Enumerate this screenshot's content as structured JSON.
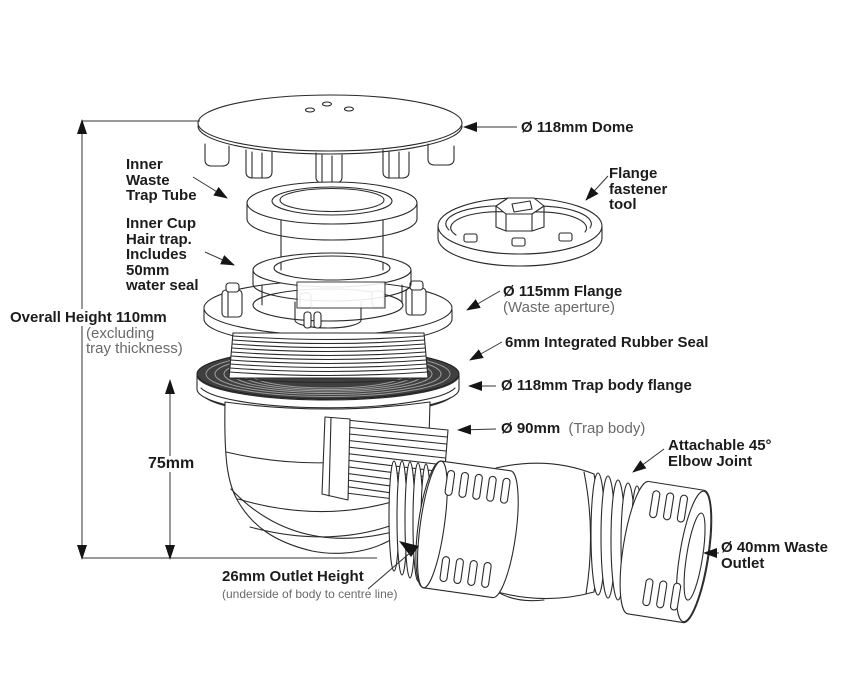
{
  "title": "Shower waste trap exploded technical diagram",
  "colors": {
    "line": "#2a2a2a",
    "text": "#1c1c1c",
    "muted": "#6a6a6a",
    "seal_dark": "#3f3f3f",
    "background": "#ffffff"
  },
  "labels": {
    "dome": "Ø 118mm Dome",
    "tube": {
      "lines": [
        "Inner",
        "Waste",
        "Trap Tube"
      ]
    },
    "tool": {
      "lines": [
        "Flange",
        "fastener",
        "tool"
      ]
    },
    "cup": {
      "lines": [
        "Inner Cup",
        "Hair trap.",
        "Includes",
        "50mm",
        "water seal"
      ]
    },
    "flange115": {
      "main": "Ø 115mm Flange",
      "note": "(Waste aperture)"
    },
    "seal": "6mm Integrated Rubber Seal",
    "trap_body_flange": "Ø 118mm Trap body flange",
    "trap_body": {
      "main": "Ø 90mm",
      "note": "(Trap body)"
    },
    "overall_height": {
      "main": "Overall Height 110mm",
      "note1": "(excluding",
      "note2": "tray thickness)"
    },
    "dim75": "75mm",
    "elbow": {
      "lines": [
        "Attachable 45°",
        "Elbow Joint"
      ]
    },
    "outlet_height": {
      "main": "26mm Outlet Height",
      "note": "(underside of body to centre line)"
    },
    "waste_outlet": {
      "lines": [
        "Ø 40mm Waste",
        "Outlet"
      ]
    }
  }
}
